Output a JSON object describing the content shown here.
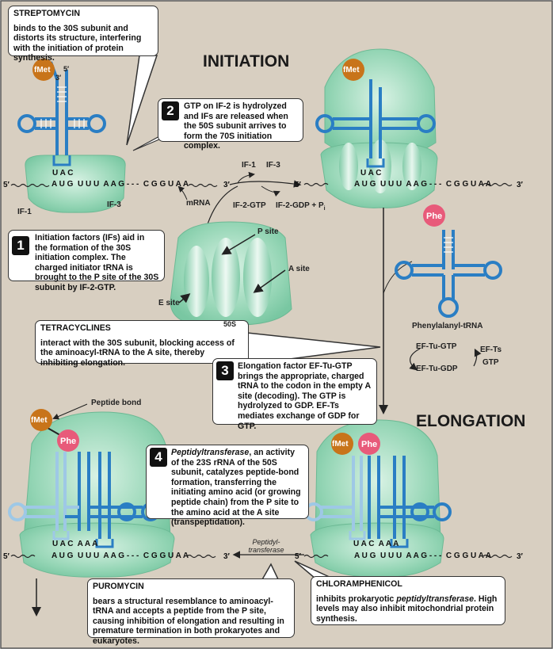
{
  "headings": {
    "initiation": "INITIATION",
    "elongation": "ELONGATION"
  },
  "streptomycin": {
    "title": "STREPTOMYCIN",
    "text": "binds to the 30S subunit and distorts its structure, interfering with the initiation of protein synthesis."
  },
  "step1": {
    "num": "1",
    "text": "Initiation factors (IFs) aid in the formation of the 30S initiation complex. The charged initiator tRNA is brought to the P site of the 30S subunit by IF-2-GTP."
  },
  "step2": {
    "num": "2",
    "text": "GTP on IF-2 is hydrolyzed and IFs are released when the 50S subunit arrives to form the 70S initiation complex."
  },
  "step3": {
    "num": "3",
    "text": "Elongation factor EF-Tu-GTP brings the appropriate, charged tRNA to the codon in the empty A site (decoding). The GTP is hydrolyzed to GDP. EF-Ts mediates exchange of GDP for GTP."
  },
  "step4": {
    "num": "4",
    "italic": "Peptidyltransferase",
    "text": ", an activity of the 23S rRNA of the 50S subunit, catalyzes peptide-bond formation, transferring the initiating amino acid (or growing peptide chain) from the P site to the amino acid at the A site (transpeptidation)."
  },
  "tetracyclines": {
    "title": "TETRACYCLINES",
    "text": "interact with the 30S subunit, blocking access of the aminoacyl-tRNA to the A site, thereby inhibiting elongation."
  },
  "puromycin": {
    "title": "PUROMYCIN",
    "text": "bears a structural resemblance to aminoacyl-tRNA and accepts a peptide from the P site, causing inhibition of elongation and resulting in premature termination in both prokaryotes and eukaryotes."
  },
  "chloramphenicol": {
    "title": "CHLORAMPHENICOL",
    "text1": "inhibits prokaryotic ",
    "italic": "peptidyltransferase",
    "text2": ". High levels may also inhibit mitochondrial protein synthesis."
  },
  "labels": {
    "fmet": "fMet",
    "phe": "Phe",
    "three_prime": "3′",
    "five_prime": "5′",
    "if1": "IF-1",
    "if3": "IF-3",
    "mrna": "mRNA",
    "if2gtp": "IF-2-GTP",
    "if2gdp": "IF-2-GDP + P",
    "if2gdp_sub": "i",
    "psite": "P site",
    "asite": "A site",
    "esite": "E site",
    "s50": "50S",
    "phe_trna": "Phenylalanyl-tRNA",
    "eftugtp": "EF-Tu-GTP",
    "eftugdp": "EF-Tu-GDP",
    "efts": "EF-Ts",
    "gtp": "GTP",
    "peptide_bond": "Peptide bond",
    "peptidyltransferase": "Peptidyl-\ntransferase"
  },
  "mrna": {
    "init_left": "5′          A U G  U U U  A A G - - -  C G G U A A           3′",
    "codons_top": "U A C",
    "codons_top2": "U A C  A A A",
    "mrna_left": "A U G  U U U  A A G - - -  C G G U A A",
    "five": "5′",
    "three": "3′"
  },
  "colors": {
    "bg": "#d8cfc1",
    "ribosome": "#8fd3b4",
    "trna": "#2a7ec4",
    "fmet": "#c8741a",
    "phe": "#e85a7a"
  }
}
